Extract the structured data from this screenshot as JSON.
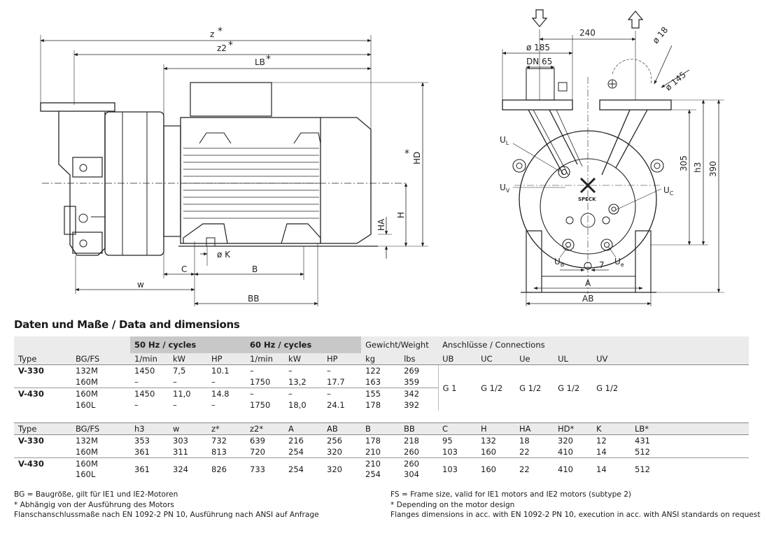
{
  "drawing": {
    "side_view": {
      "dims": {
        "z": "z",
        "z2": "z2",
        "lb": "LB",
        "star": "*",
        "hd": "HD",
        "h": "H",
        "ha": "HA",
        "k": "ø K",
        "c": "C",
        "b": "B",
        "w": "w",
        "bb": "BB"
      }
    },
    "front_view": {
      "dims": {
        "d240": "240",
        "d185": "ø 185",
        "dn65": "DN 65",
        "d18": "ø 18",
        "d145": "ø 145",
        "d305": "305",
        "h3": "h3",
        "d390": "390",
        "a": "A",
        "ab": "AB",
        "seven": "7"
      },
      "ports": {
        "ul": "U",
        "ul_sub": "L",
        "uv": "U",
        "uv_sub": "V",
        "uc": "U",
        "uc_sub": "C",
        "ub": "U",
        "ub_sub": "B",
        "ue": "U",
        "ue_sub": "e"
      },
      "logo": "SPECK"
    }
  },
  "heading": "Daten und Maße / Data and dimensions",
  "table1": {
    "group_headers": {
      "hz50": "50 Hz / cycles",
      "hz60": "60 Hz / cycles",
      "weight": "Gewicht/Weight",
      "conn": "Anschlüsse / Connections"
    },
    "columns": [
      "Type",
      "BG/FS",
      "1/min",
      "kW",
      "HP",
      "1/min",
      "kW",
      "HP",
      "kg",
      "lbs",
      "UB",
      "UC",
      "Ue",
      "UL",
      "UV"
    ],
    "rows": [
      [
        "V-330",
        "132M",
        "1450",
        "7,5",
        "10.1",
        "–",
        "–",
        "–",
        "122",
        "269"
      ],
      [
        "",
        "160M",
        "–",
        "–",
        "–",
        "1750",
        "13,2",
        "17.7",
        "163",
        "359"
      ],
      [
        "V-430",
        "160M",
        "1450",
        "11,0",
        "14.8",
        "–",
        "–",
        "–",
        "155",
        "342"
      ],
      [
        "",
        "160L",
        "–",
        "–",
        "–",
        "1750",
        "18,0",
        "24.1",
        "178",
        "392"
      ]
    ],
    "connections": [
      "G 1",
      "G 1/2",
      "G 1/2",
      "G 1/2",
      "G 1/2"
    ]
  },
  "table2": {
    "columns": [
      "Type",
      "BG/FS",
      "h3",
      "w",
      "z*",
      "z2*",
      "A",
      "AB",
      "B",
      "BB",
      "C",
      "H",
      "HA",
      "HD*",
      "K",
      "LB*"
    ],
    "rows": [
      [
        "V-330",
        "132M",
        "353",
        "303",
        "732",
        "639",
        "216",
        "256",
        "178",
        "218",
        "95",
        "132",
        "18",
        "320",
        "12",
        "431"
      ],
      [
        "",
        "160M",
        "361",
        "311",
        "813",
        "720",
        "254",
        "320",
        "210",
        "260",
        "103",
        "160",
        "22",
        "410",
        "14",
        "512"
      ],
      [
        "V-430",
        "160M\n160L",
        "361",
        "324",
        "826",
        "733",
        "254",
        "320",
        "210\n254",
        "260\n304",
        "103",
        "160",
        "22",
        "410",
        "14",
        "512"
      ]
    ]
  },
  "footnotes_left": [
    "BG = Baugröße, gilt für IE1 und IE2-Motoren",
    "* Abhängig von der Ausführung des Motors",
    "Flanschanschlussmaße nach EN 1092-2 PN 10, Ausführung nach ANSI auf Anfrage"
  ],
  "footnotes_right": [
    "FS = Frame size, valid for IE1 motors and IE2 motors (subtype 2)",
    "* Depending on the motor design",
    "Flanges dimensions in acc. with EN 1092-2 PN 10, execution in acc. with ANSI standards on request"
  ]
}
